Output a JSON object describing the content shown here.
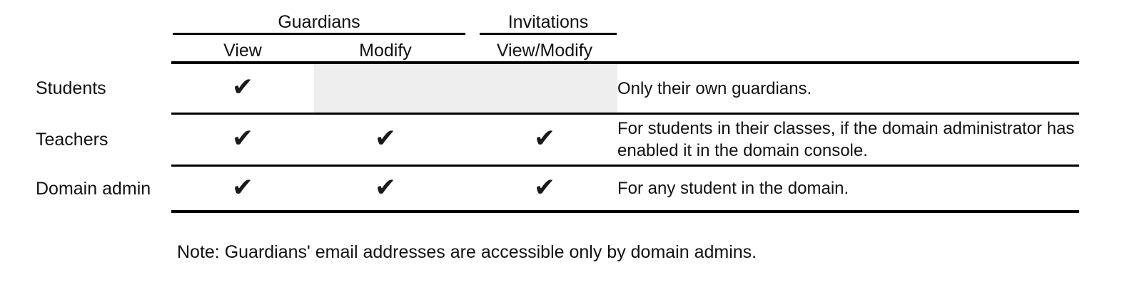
{
  "table": {
    "column_groups": [
      {
        "id": "guardians",
        "label": "Guardians"
      },
      {
        "id": "invitations",
        "label": "Invitations"
      }
    ],
    "columns": [
      {
        "id": "role",
        "label": ""
      },
      {
        "id": "view",
        "label": "View",
        "group": "guardians"
      },
      {
        "id": "modify",
        "label": "Modify",
        "group": "guardians"
      },
      {
        "id": "invite",
        "label": "View/Modify",
        "group": "invitations"
      },
      {
        "id": "desc",
        "label": ""
      }
    ],
    "check_glyph": "✔",
    "shade_color": "#eeeeee",
    "rule_color": "#000000",
    "rows": [
      {
        "role": "Students",
        "view": true,
        "modify": false,
        "invite": false,
        "modify_shaded": true,
        "invite_shaded": true,
        "desc": "Only their own guardians."
      },
      {
        "role": "Teachers",
        "view": true,
        "modify": true,
        "invite": true,
        "modify_shaded": false,
        "invite_shaded": false,
        "desc": "For students in their classes, if the domain administrator has enabled it in the domain console."
      },
      {
        "role": "Domain admin",
        "view": true,
        "modify": true,
        "invite": true,
        "modify_shaded": false,
        "invite_shaded": false,
        "desc": "For any student in the domain."
      }
    ]
  },
  "note": "Note: Guardians' email addresses are accessible only by domain admins."
}
